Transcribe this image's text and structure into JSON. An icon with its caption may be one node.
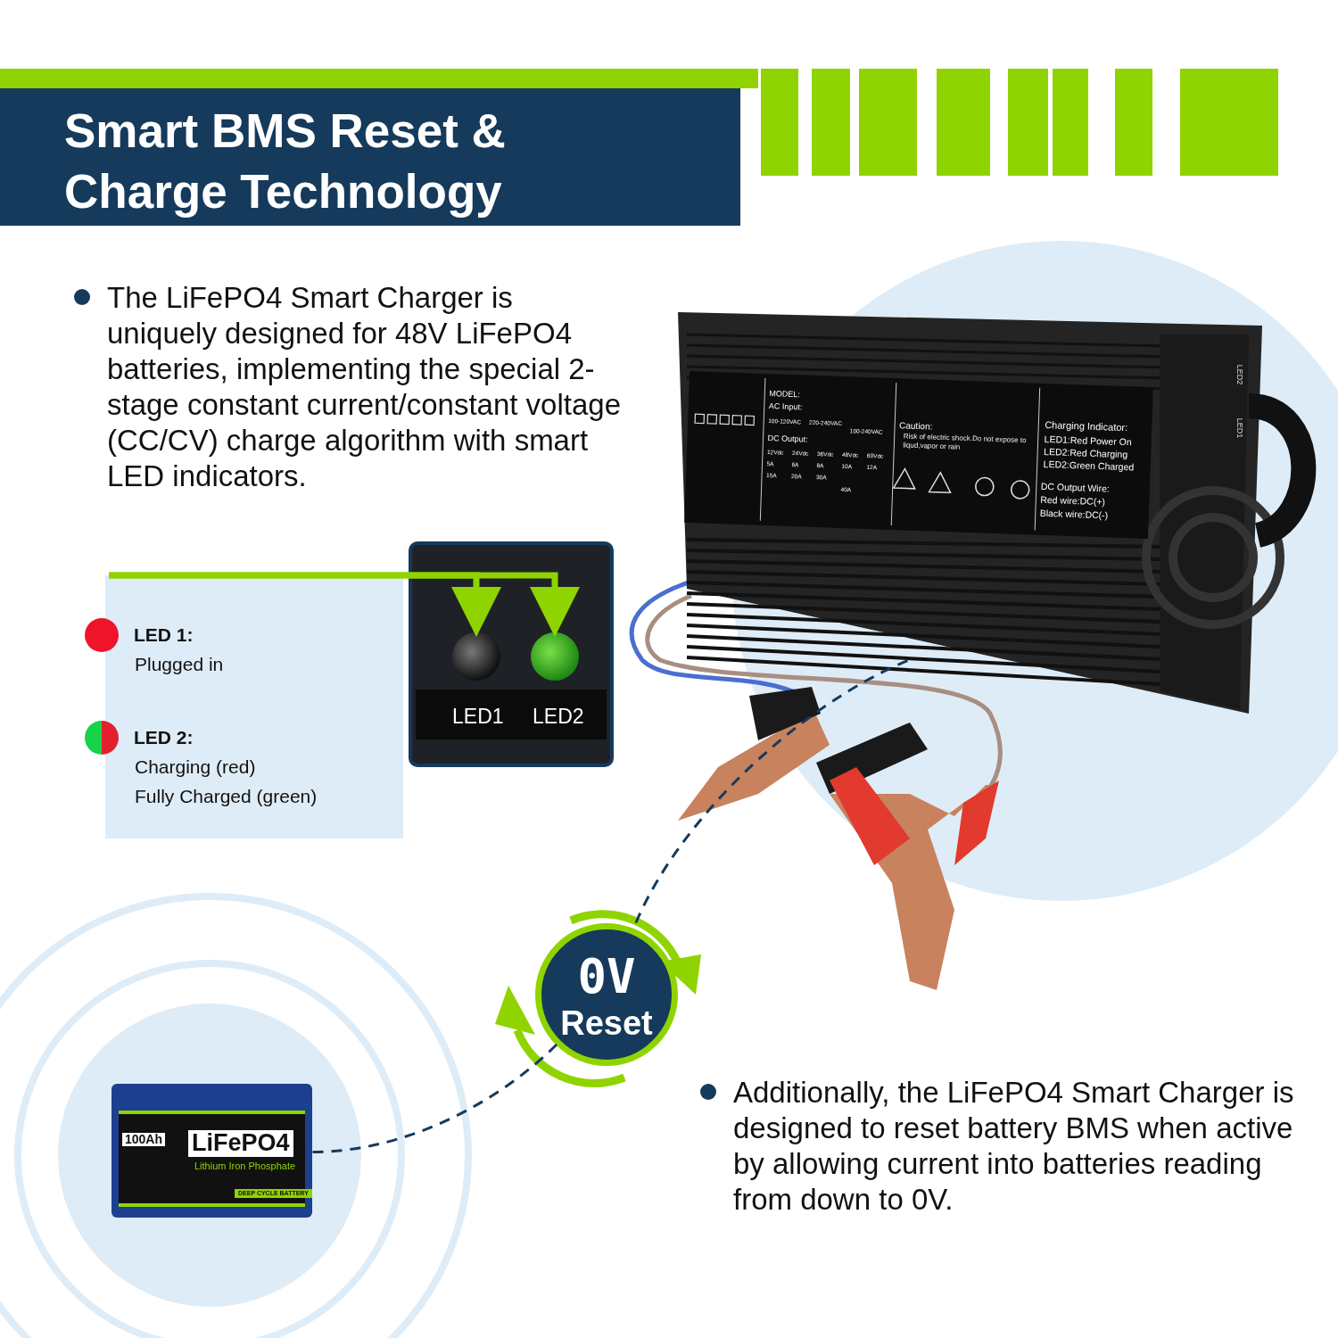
{
  "diagram": {
    "title": "Smart BMS Reset & Charge Technology",
    "nodes": [
      {
        "text": [
          "MODEL:",
          "AC Input:",
          "100-120VAC",
          "220-240VAC",
          "100-240VAC",
          "DC Output:",
          "12Vdc",
          "24Vdc",
          "36Vdc",
          "48Vdc",
          "60Vdc",
          "5A",
          "6A",
          "8A",
          "10A",
          "12A",
          "15A",
          "20A",
          "30A",
          "40A",
          "Caution:",
          "Risk of electric shock.Do not expose to liqud,vapor or rain",
          "Charging Indicator:",
          "LED1:Red Power On",
          "LED2:Red Charging",
          "LED2:Green Charged",
          "DC Output Wire:",
          "Red wire:DC(+)",
          "Black wire:DC(-)",
          "LED1",
          "LED2"
        ]
      },
      {
        "text": [
          "LED 1:",
          "Plugged in",
          "LED 2:",
          "Charging (red)",
          "Fully Charged (green)"
        ]
      },
      {
        "text": [
          "LED1",
          "LED2"
        ]
      },
      {
        "text": [],
        "shape": "circle",
        "in": 2
      },
      {
        "text": [],
        "shape": "circle",
        "in": 2
      },
      {
        "text": [
          "0V",
          "Reset"
        ]
      },
      {
        "text": [
          "100Ah",
          "LiFePO4",
          "Lithium Iron Phosphate",
          "DEEP CYCLE BATTERY"
        ]
      }
    ],
    "edges": [
      {
        "from": 1,
        "to": 3,
        "arrow": "to",
        "style": "thick",
        "color": "#8fd400"
      },
      {
        "from": 1,
        "to": 4,
        "arrow": "to",
        "style": "thick",
        "color": "#8fd400"
      },
      {
        "from": 0,
        "to": 5,
        "arrow": "none",
        "style": "dashed",
        "color": "#153a5b"
      },
      {
        "from": 5,
        "to": 6,
        "arrow": "none",
        "style": "dashed",
        "color": "#153a5b"
      }
    ],
    "labels": [
      "The LiFePO4 Smart Charger is uniquely designed for 48V LiFePO4 batteries, implementing the special 2-stage constant current/constant voltage (CC/CV) charge algorithm with smart LED indicators.",
      "Additionally, the LiFePO4 Smart Charger is designed to reset battery BMS when active by allowing current into batteries reading from down to 0V."
    ]
  }
}
